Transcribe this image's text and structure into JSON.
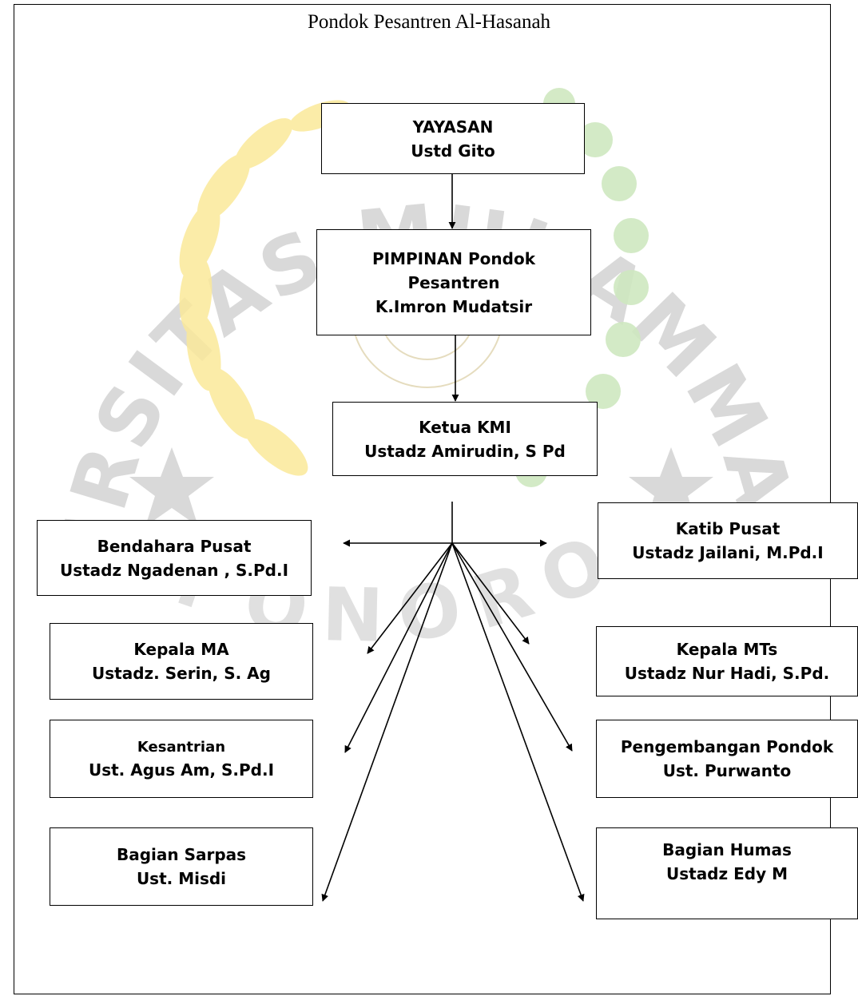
{
  "title": "Pondok Pesantren Al-Hasanah",
  "watermark": {
    "top_text": "UNIVERSITAS MUHAMMADIYAH",
    "bottom_text": "PONOROGO",
    "colors": {
      "text": "#d9d9d9",
      "wreath_yellow": "#fbe99a",
      "wreath_green": "#cfe8c0",
      "seal_line": "#e3d9b8"
    }
  },
  "nodes": {
    "yayasan": {
      "line1": "YAYASAN",
      "line2": "Ustd Gito"
    },
    "pimpinan": {
      "line1": "PIMPINAN Pondok",
      "line2": "Pesantren",
      "line3": "K.Imron Mudatsir"
    },
    "ketua_kmi": {
      "line1": "Ketua KMI",
      "line2": "Ustadz  Amirudin, S Pd"
    },
    "bendahara": {
      "line1": "Bendahara Pusat",
      "line2": "Ustadz Ngadenan , S.Pd.I"
    },
    "katib": {
      "line1": "Katib   Pusat",
      "line2": "Ustadz Jailani, M.Pd.I"
    },
    "kepala_ma": {
      "line1": "Kepala MA",
      "line2": "Ustadz. Serin, S. Ag"
    },
    "kepala_mts": {
      "line1": "Kepala MTs",
      "line2": "Ustadz Nur Hadi, S.Pd."
    },
    "kesantrian": {
      "line1": "Kesantrian",
      "line2": "Ust. Agus Am, S.Pd.I"
    },
    "pengembangan": {
      "line1": "Pengembangan Pondok",
      "line2": "Ust. Purwanto"
    },
    "sarpas": {
      "line1": "Bagian Sarpas",
      "line2": "Ust. Misdi"
    },
    "humas": {
      "line1": "Bagian Humas",
      "line2": "Ustadz Edy M"
    }
  }
}
